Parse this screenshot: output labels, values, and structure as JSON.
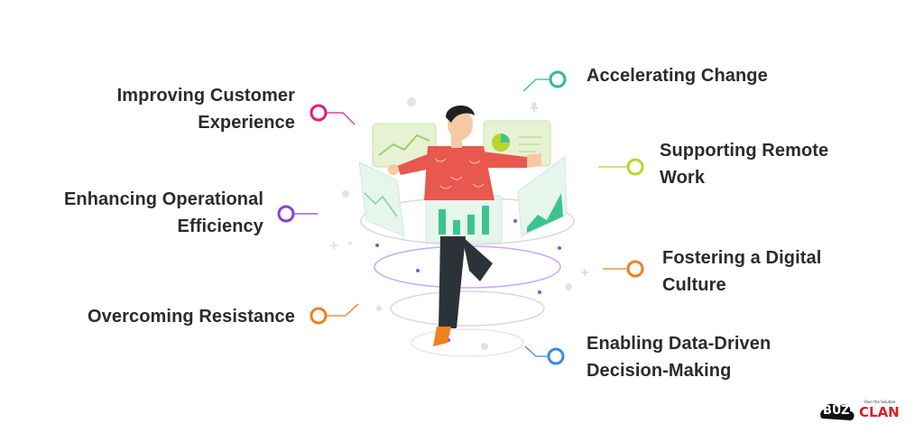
{
  "items": [
    {
      "lines": [
        "Improving Customer",
        "Experience"
      ],
      "color": "#e5197f"
    },
    {
      "lines": [
        "Enhancing Operational",
        "Efficiency"
      ],
      "color": "#8a3fd1"
    },
    {
      "lines": [
        "Overcoming Resistance"
      ],
      "color": "#f07f1c"
    },
    {
      "lines": [
        "Accelerating Change"
      ],
      "color": "#33b79e"
    },
    {
      "lines": [
        "Supporting Remote",
        "Work"
      ],
      "color": "#b8d62a"
    },
    {
      "lines": [
        "Fostering a Digital",
        "Culture"
      ],
      "color": "#f07f1c"
    },
    {
      "lines": [
        "Enabling Data-Driven",
        "Decision-Making"
      ],
      "color": "#3b8be0"
    }
  ],
  "logo": {
    "text_left": "BU",
    "text_mid": "Z",
    "text_right": "CLAN",
    "tagline": "Own the Solution",
    "color_dark": "#111111",
    "color_red": "#d6202a"
  },
  "palette": {
    "shirt": "#e8584f",
    "pants": "#2c3338",
    "skin": "#f5c9a4",
    "hair": "#1e2124",
    "shoe": "#f07f1c",
    "panel": "#e6f2d3",
    "panel_line": "#c9e2a6",
    "green": "#3cc48e",
    "ring": "#c9c9c9",
    "ring_purple": "#c9a6ff"
  }
}
